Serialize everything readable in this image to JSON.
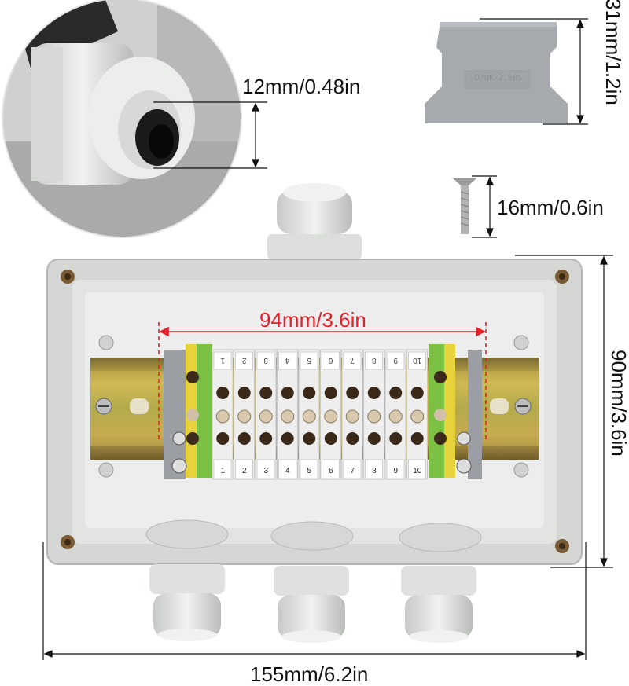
{
  "dimensions": {
    "gland_hole": "12mm/0.48in",
    "end_plate_height": "31mm/1.2in",
    "screw_length": "16mm/0.6in",
    "rail_span": "94mm/3.6in",
    "box_height": "90mm/3.6in",
    "box_width": "155mm/6.2in"
  },
  "end_plate_marking": "D/UK-2.5BS",
  "terminal_numbers": [
    "1",
    "2",
    "3",
    "4",
    "5",
    "6",
    "7",
    "8",
    "9",
    "10"
  ],
  "colors": {
    "annotation": "#111111",
    "rail_measure": "#e8202a",
    "enclosure": "#d9dcd9",
    "terminal": "#f2f2f2",
    "ground_terminal": "#7cc242",
    "din_rail": "#b89a3a"
  }
}
